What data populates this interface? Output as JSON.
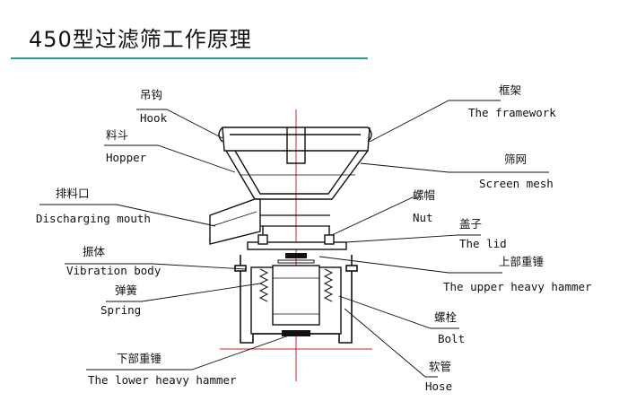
{
  "title": "450型过滤筛工作原理",
  "labels": {
    "hook": {
      "cn": "吊钩",
      "en": "Hook"
    },
    "hopper": {
      "cn": "料斗",
      "en": "Hopper"
    },
    "discharge": {
      "cn": "排料口",
      "en": "Discharging mouth"
    },
    "vibration": {
      "cn": "振体",
      "en": "Vibration body"
    },
    "spring": {
      "cn": "弹簧",
      "en": "Spring"
    },
    "lower": {
      "cn": "下部重锤",
      "en": "The lower heavy hammer"
    },
    "framework": {
      "cn": "框架",
      "en": "The framework"
    },
    "screen": {
      "cn": "筛网",
      "en": "Screen mesh"
    },
    "nut": {
      "cn": "螺帽",
      "en": "Nut"
    },
    "lid": {
      "cn": "盖子",
      "en": "The lid"
    },
    "upper": {
      "cn": "上部重锤",
      "en": "The upper heavy hammer"
    },
    "bolt": {
      "cn": "螺栓",
      "en": "Bolt"
    },
    "hose": {
      "cn": "软管",
      "en": "Hose"
    }
  },
  "colors": {
    "accent_rule": "#2f9a8e",
    "centerline": "#d0202a",
    "ink": "#111111"
  }
}
